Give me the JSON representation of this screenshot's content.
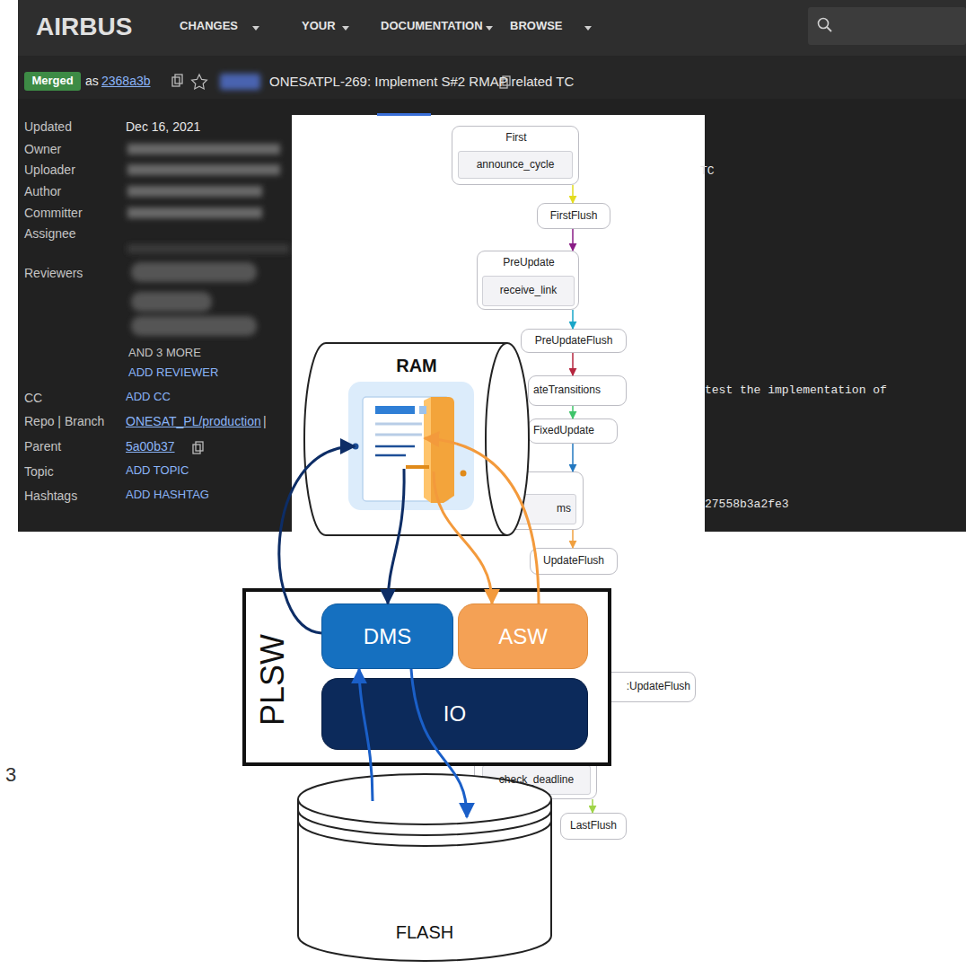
{
  "diagram": {
    "nodes": [
      {
        "text": [
          "Merged"
        ]
      },
      {
        "text": [
          "First"
        ]
      },
      {
        "text": [
          "announce_cycle"
        ],
        "in": 1
      },
      {
        "text": [
          "FirstFlush"
        ]
      },
      {
        "text": [
          "PreUpdate"
        ]
      },
      {
        "text": [
          "receive_link"
        ],
        "in": 4
      },
      {
        "text": [
          "PreUpdateFlush"
        ]
      },
      {
        "text": [
          "ateTransitions"
        ]
      },
      {
        "text": [
          "FixedUpdate"
        ]
      },
      {
        "text": [
          "ms"
        ]
      },
      {
        "text": [
          "UpdateFlush"
        ]
      },
      {
        "text": [
          ":UpdateFlush"
        ]
      },
      {
        "text": [
          "check_deadline"
        ]
      },
      {
        "text": [
          "LastFlush"
        ]
      },
      {
        "text": [
          "RAM"
        ]
      },
      {
        "text": [
          "PLSW"
        ]
      },
      {
        "text": [
          "DMS"
        ],
        "in": 15
      },
      {
        "text": [
          "ASW"
        ],
        "in": 15
      },
      {
        "text": [
          "IO"
        ],
        "in": 15
      },
      {
        "text": [
          "FLASH"
        ]
      }
    ],
    "edges": [
      {
        "from": 1,
        "to": 3,
        "arrow": "to"
      },
      {
        "from": 3,
        "to": 4,
        "arrow": "to"
      },
      {
        "from": 4,
        "to": 6,
        "arrow": "to"
      },
      {
        "from": 6,
        "to": 7,
        "arrow": "to"
      },
      {
        "from": 7,
        "to": 8,
        "arrow": "to"
      },
      {
        "from": 8,
        "to": 9,
        "arrow": "to"
      },
      {
        "from": 9,
        "to": 10,
        "arrow": "to"
      },
      {
        "from": 12,
        "to": 13,
        "arrow": "to"
      },
      {
        "from": 16,
        "to": 14,
        "arrow": "to"
      },
      {
        "from": 14,
        "to": 16,
        "arrow": "to"
      },
      {
        "from": 17,
        "to": 14,
        "arrow": "to"
      },
      {
        "from": 14,
        "to": 17,
        "arrow": "to"
      },
      {
        "from": 19,
        "to": 16,
        "arrow": "to"
      },
      {
        "from": 16,
        "to": 19,
        "arrow": "to"
      }
    ],
    "labels": [
      "AIRBUS",
      "CHANGES",
      "YOUR",
      "DOCUMENTATION",
      "BROWSE",
      "as",
      "2368a3b",
      "ONESATPL-269: Implement S#2 RMAP related TC",
      "Updated",
      "Owner",
      "Uploader",
      "Author",
      "Committer",
      "Assignee",
      "Reviewers",
      "CC",
      "Repo | Branch",
      "Parent",
      "Topic",
      "Hashtags",
      "Dec 16, 2021",
      "AND 3 MORE",
      "ADD REVIEWER",
      "ADD CC",
      "ONESAT_PL/production",
      "|",
      "5a00b37",
      "ADD TOPIC",
      "ADD HASHTAG",
      "TC",
      "test the implementation of",
      "27558b3a2fe3",
      "3"
    ]
  }
}
